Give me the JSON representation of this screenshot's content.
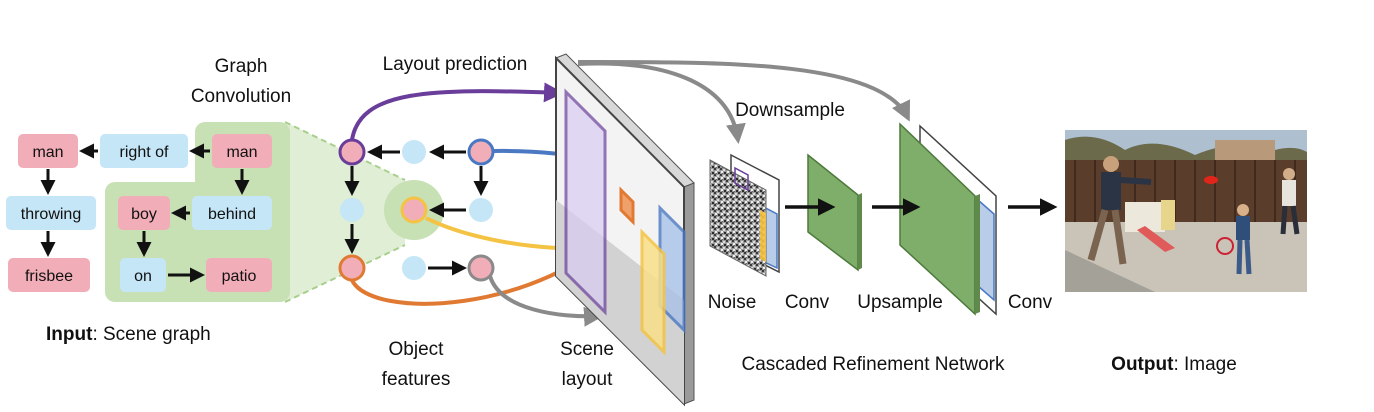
{
  "input": {
    "caption_bold": "Input",
    "caption_rest": ": Scene graph",
    "nodes": {
      "man1": "man",
      "right_of": "right of",
      "man2": "man",
      "throwing": "throwing",
      "behind": "behind",
      "boy": "boy",
      "frisbee": "frisbee",
      "on": "on",
      "patio": "patio"
    }
  },
  "graph_conv": {
    "line1": "Graph",
    "line2": "Convolution"
  },
  "object_features": {
    "line1": "Object",
    "line2": "features"
  },
  "layout_prediction": "Layout prediction",
  "scene_layout": {
    "line1": "Scene",
    "line2": "layout"
  },
  "crn": {
    "downsample": "Downsample",
    "noise": "Noise",
    "conv1": "Conv",
    "upsample": "Upsample",
    "conv2": "Conv",
    "title": "Cascaded Refinement Network"
  },
  "output": {
    "caption_bold": "Output",
    "caption_rest": ": Image"
  },
  "colors": {
    "object_node": "#f2aeb8",
    "relation_node": "#c5e6f6",
    "graph_bg": "#c7e0b4",
    "feature_node_pink": "#f2aeb8",
    "feature_node_blue": "#c5e6f6",
    "purple": "#6a3d9a",
    "blue": "#4a78c2",
    "yellow": "#f5c343",
    "orange": "#e07a33",
    "gray": "#8a8a8a",
    "conv_green": "#7fae6a"
  },
  "icons": {
    "output_image": "photo-backyard-frisbee-icon",
    "noise_image": "noise-texture-icon"
  }
}
